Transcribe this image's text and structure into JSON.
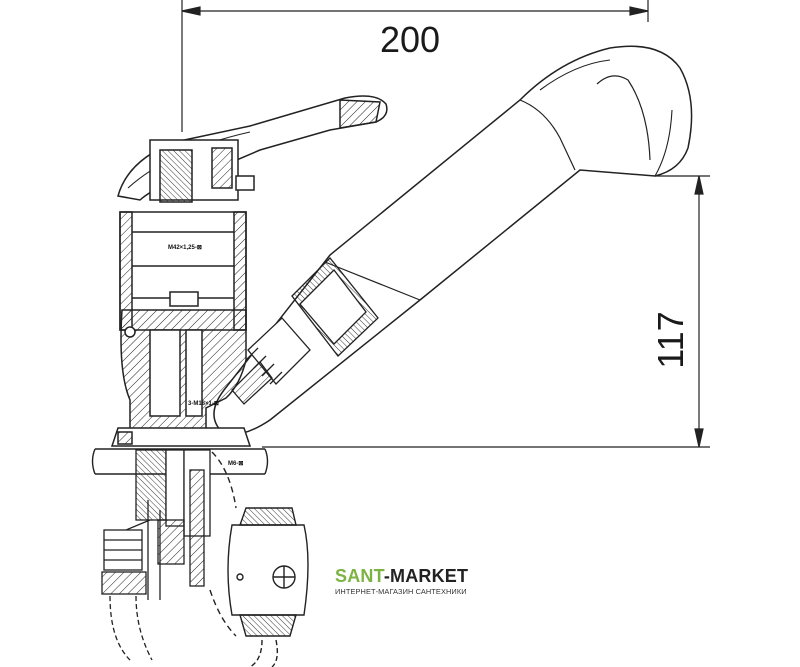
{
  "dimensions": {
    "width_label": "200",
    "height_label": "117"
  },
  "thread_labels": {
    "cartridge": "M42×1,25-⊠",
    "body": "3-M18×1-⊠",
    "mount": "M6-⊠"
  },
  "brand": {
    "name_accent": "SANT",
    "name_rest": "-MARKET",
    "tagline": "ИНТЕРНЕТ-МАГАЗИН САНТЕХНИКИ",
    "accent_color": "#7cb342"
  }
}
